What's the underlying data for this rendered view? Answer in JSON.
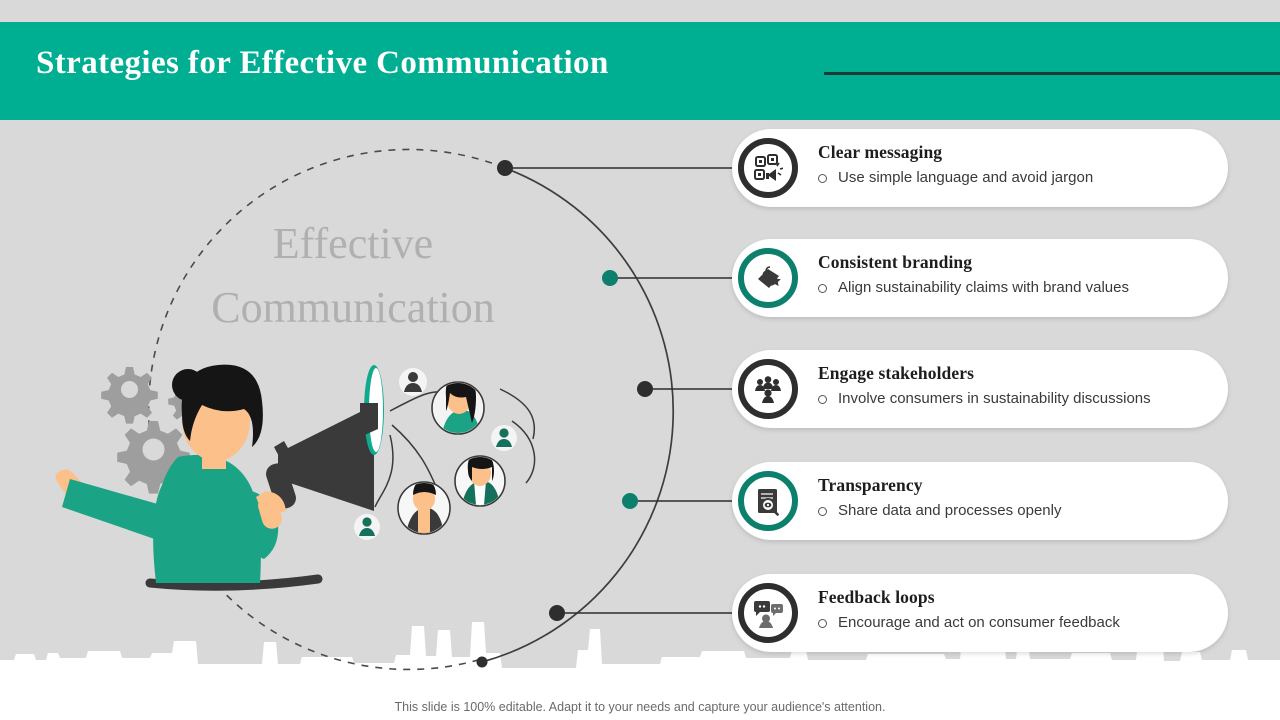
{
  "slide": {
    "title": "Strategies for Effective Communication",
    "center_line1": "Effective",
    "center_line2": "Communication",
    "footer": "This slide is 100% editable. Adapt it to your needs and capture your audience's attention."
  },
  "colors": {
    "teal": "#00ae91",
    "teal_dark": "#0c7f6d",
    "charcoal": "#2e2e2e",
    "background": "#d9d9d9",
    "rule": "#1d3b38",
    "center_text": "#b0b0b0"
  },
  "cards": [
    {
      "title": "Clear messaging",
      "detail": "Use simple language and avoid jargon",
      "icon": "message-grid-icon",
      "ring": "dark"
    },
    {
      "title": "Consistent branding",
      "detail": "Align sustainability claims with brand values",
      "icon": "brand-tag-icon",
      "ring": "teal"
    },
    {
      "title": "Engage stakeholders",
      "detail": "Involve consumers in sustainability discussions",
      "icon": "people-group-icon",
      "ring": "dark"
    },
    {
      "title": "Transparency",
      "detail": "Share data and processes openly",
      "icon": "document-magnifier-icon",
      "ring": "teal"
    },
    {
      "title": "Feedback loops",
      "detail": "Encourage and act on consumer feedback",
      "icon": "feedback-chat-icon",
      "ring": "dark"
    }
  ],
  "illustration": {
    "name": "woman-with-megaphone-illustration",
    "elements": [
      "gears",
      "woman",
      "megaphone",
      "audience-avatars"
    ]
  }
}
